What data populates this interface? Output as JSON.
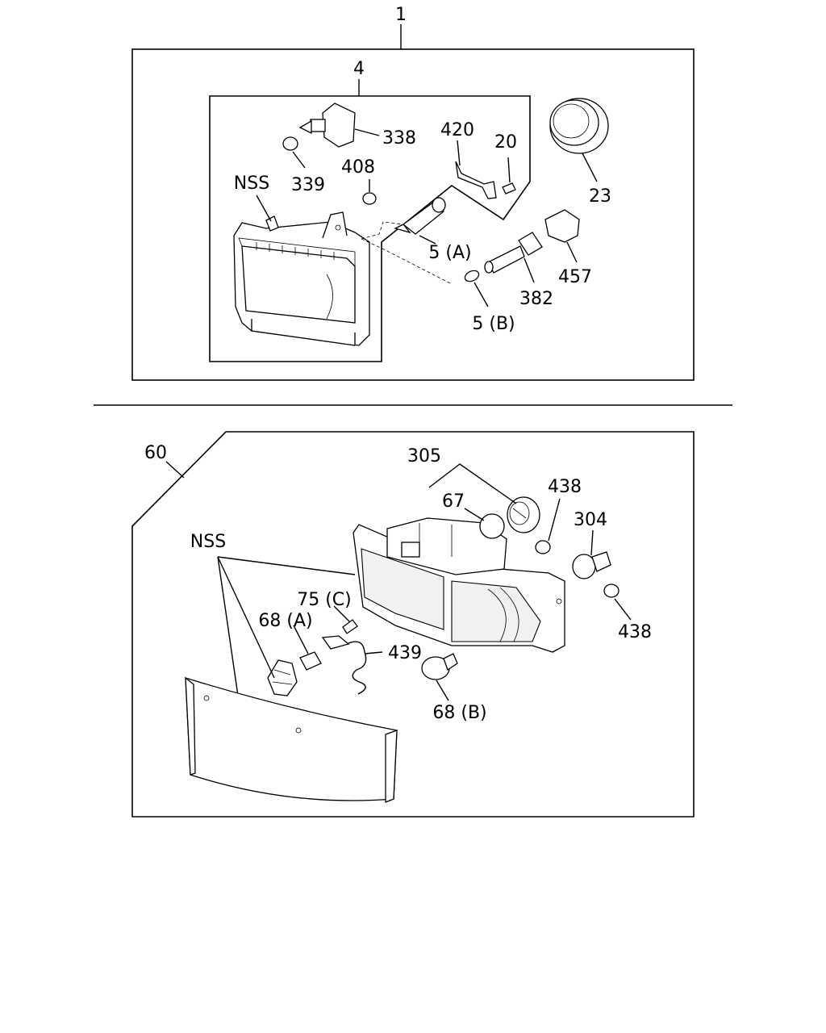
{
  "upper_assembly": {
    "ref_1": "1",
    "ref_4": "4",
    "ref_338": "338",
    "ref_339": "339",
    "ref_408": "408",
    "ref_420": "420",
    "ref_20": "20",
    "ref_23": "23",
    "ref_nss": "NSS",
    "ref_5a": "5 (A)",
    "ref_5b": "5 (B)",
    "ref_382": "382",
    "ref_457": "457"
  },
  "lower_assembly": {
    "ref_60": "60",
    "ref_305": "305",
    "ref_438_top": "438",
    "ref_67": "67",
    "ref_304": "304",
    "ref_nss": "NSS",
    "ref_75c": "75 (C)",
    "ref_68a": "68 (A)",
    "ref_439": "439",
    "ref_438_bottom": "438",
    "ref_68b": "68 (B)"
  }
}
